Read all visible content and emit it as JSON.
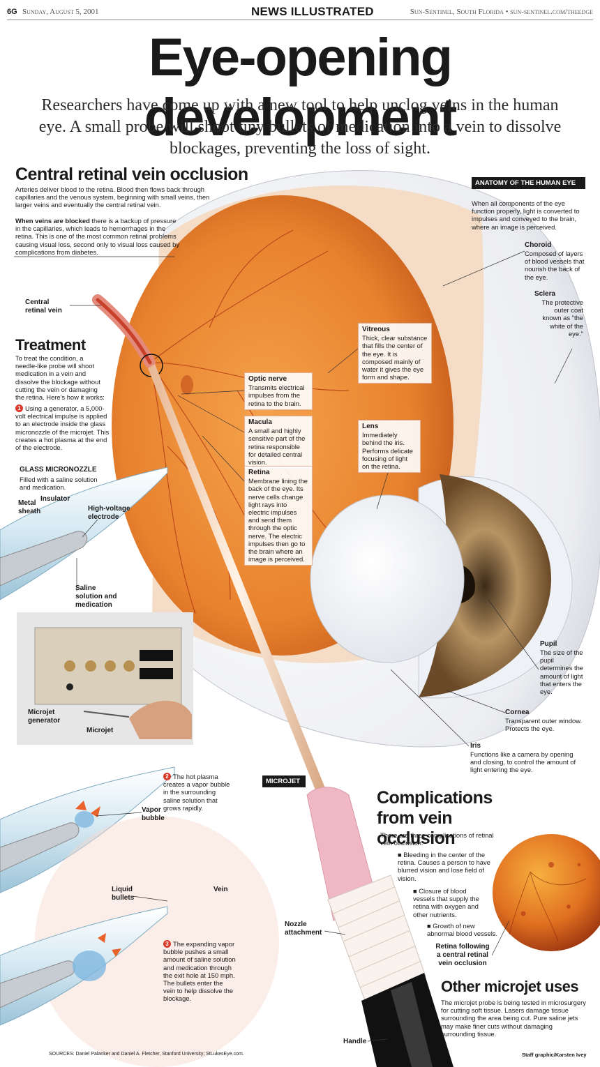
{
  "folio": {
    "page": "6G",
    "date": "Sunday, August 5, 2001",
    "section": "NEWS ILLUSTRATED",
    "source": "Sun-Sentinel, South Florida • sun-sentinel.com/theedge"
  },
  "headline": "Eye-opening development",
  "deck": "Researchers have come up with a new tool to help unclog veins in the human eye. A small probe will shoot tiny bullets of medication into a vein to dissolve blockages, preventing the loss of sight.",
  "crvo": {
    "title": "Central retinal vein occlusion",
    "p1": "Arteries deliver blood to the retina. Blood then flows back through capillaries and the venous system, beginning with small veins, then larger veins and eventually the central retinal vein.",
    "p2_lead": "When veins are blocked",
    "p2": " there is a backup of pressure in the capillaries, which leads to hemorrhages in the retina. This is one of the most common retinal problems causing visual loss, second only to visual loss caused by complications from diabetes.",
    "vein_label": "Central retinal vein"
  },
  "treatment": {
    "title": "Treatment",
    "intro": "To treat the condition, a needle-like probe will shoot medication in a vein and dissolve the blockage without cutting the vein or damaging the retina. Here's how it works:",
    "step1_num": "1",
    "step1": "Using a generator, a 5,000-volt electrical impulse is applied to an electrode inside the glass micronozzle of the microjet. This creates a hot plasma at the end of the electrode."
  },
  "micronozzle": {
    "title": "GLASS MICRONOZZLE",
    "desc": "Filled with a saline solution and medication.",
    "metal": "Metal sheath",
    "insulator": "Insulator",
    "electrode": "High-voltage electrode",
    "saline": "Saline solution and medication"
  },
  "photo": {
    "generator": "Microjet generator",
    "microjet": "Microjet"
  },
  "step2": {
    "num": "2",
    "text": "The hot plasma creates a vapor bubble in the surrounding saline solution that grows rapidly.",
    "vapor": "Vapor bubble"
  },
  "step3": {
    "num": "3",
    "text": "The expanding vapor bubble pushes a small amount of saline solution and medication through the exit hole at 150 mph. The bullets enter the vein to help dissolve the blockage.",
    "liquid": "Liquid bullets",
    "vein": "Vein"
  },
  "sources": "SOURCES: Daniel Palanker and Daniel A. Fletcher, Stanford University; StLukesEye.com.",
  "anatomy": {
    "tag": "ANATOMY OF THE HUMAN EYE",
    "intro": "When all components of the eye function properly, light is converted to impulses and conveyed to the brain, where an image is perceived.",
    "choroid_t": "Choroid",
    "choroid": "Composed of layers of blood vessels that nourish the back of the eye.",
    "sclera_t": "Sclera",
    "sclera": "The protective outer coat known as \"the white of the eye.\"",
    "vitreous_t": "Vitreous",
    "vitreous": "Thick, clear substance that fills the center of the eye. It is composed mainly of water it gives the eye form and shape.",
    "optic_t": "Optic nerve",
    "optic": "Transmits electrical impulses from the retina to the brain.",
    "macula_t": "Macula",
    "macula": "A small and highly sensitive part of the retina responsible for detailed central vision.",
    "retina_t": "Retina",
    "retina": "Membrane lining the back of the eye. Its nerve cells change light rays into electric impulses and send them through the optic nerve. The electric impulses then go to the brain where an image is perceived.",
    "lens_t": "Lens",
    "lens": "Immediately behind the iris. Performs delicate focusing of light on the retina.",
    "pupil_t": "Pupil",
    "pupil": "The size of the pupil determines the amount of light that enters the eye.",
    "cornea_t": "Cornea",
    "cornea": "Transparent outer window. Protects the eye.",
    "iris_t": "Iris",
    "iris": "Functions like a camera by opening and closing, to control the amount of light entering the eye."
  },
  "microjet": {
    "tag": "MICROJET",
    "nozzle": "Nozzle attachment",
    "handle": "Handle"
  },
  "complications": {
    "title": "Complications from vein occlusion",
    "intro": "There are three complications of retinal vein occlusion.",
    "items": [
      "Bleeding in the center of the retina. Causes a person to have blurred vision and lose field of vision.",
      "Closure of blood vessels that supply the retina with oxygen and other nutrients.",
      "Growth of new abnormal blood vessels."
    ],
    "retina_caption": "Retina following a central retinal vein occlusion"
  },
  "other": {
    "title": "Other microjet uses",
    "text": "The microjet probe is being tested in microsurgery for cutting soft tissue. Lasers damage tissue surrounding the area being cut. Pure saline jets may make finer cuts without damaging surrounding tissue."
  },
  "credit": "Staff graphic/Karsten Ivey",
  "colors": {
    "retina": "#e8822e",
    "sclera": "#f2f2f4",
    "accent": "#d93a2a",
    "nozzle_pink": "#f0b8c4"
  }
}
